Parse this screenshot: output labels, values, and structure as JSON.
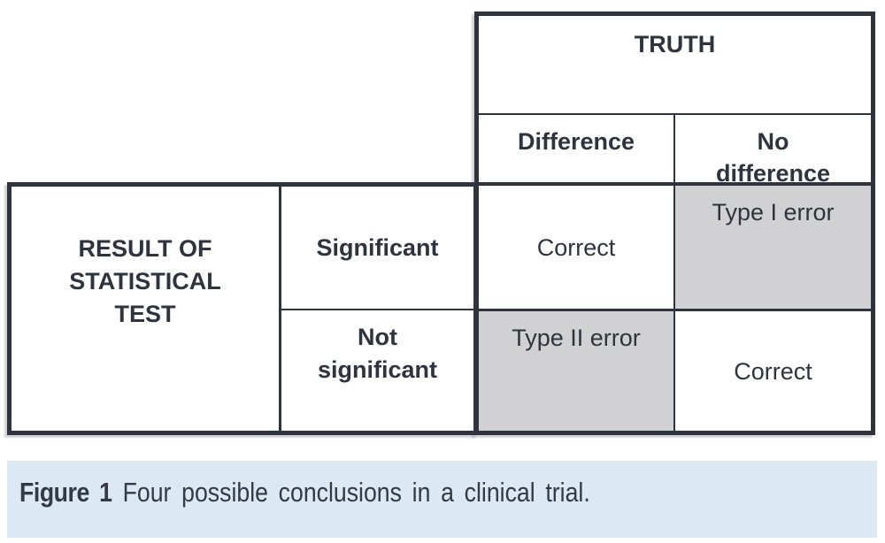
{
  "figure": {
    "table": {
      "column_group_header": "TRUTH",
      "column_headers": {
        "difference": "Difference",
        "no_difference": "No\ndifference"
      },
      "row_group_header": "RESULT OF\nSTATISTICAL\nTEST",
      "row_headers": {
        "significant": "Significant",
        "not_significant": "Not\nsignificant"
      },
      "cells": {
        "significant_difference": "Correct",
        "significant_no_difference": "Type I error",
        "not_significant_difference": "Type II error",
        "not_significant_no_difference": "Correct"
      }
    },
    "caption": {
      "label": "Figure 1",
      "text": "Four possible conclusions in a clinical trial."
    },
    "colors": {
      "border": "#2f333c",
      "table_text": "#2e333d",
      "error_cell_bg": "#d1d1d3",
      "caption_bg": "#dce8f2",
      "caption_text": "#333a44"
    }
  }
}
